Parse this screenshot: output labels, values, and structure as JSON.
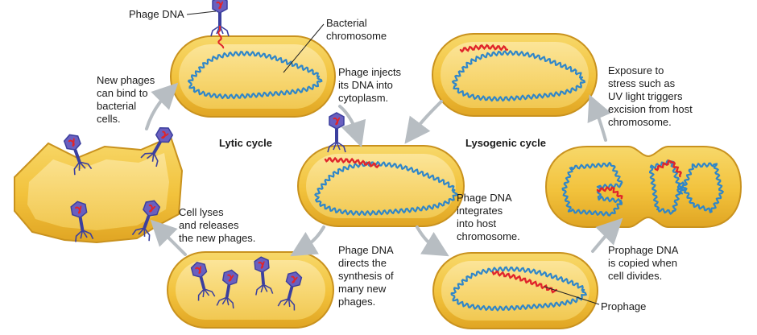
{
  "colors": {
    "cell_body": "#f5cd4e",
    "cell_outline": "#c9921e",
    "cytoplasm_highlight": "#fbe7a0",
    "bacterial_dna": "#2f86c9",
    "phage_dna": "#e0252b",
    "phage_body": "#3b3f9e",
    "arrow": "#b7bdc2"
  },
  "labels": {
    "phage_dna": "Phage DNA",
    "bacterial_chromosome": [
      "Bacterial",
      "chromosome"
    ],
    "phage_injects": [
      "Phage injects",
      "its DNA into",
      "cytoplasm."
    ],
    "new_phages_bind": [
      "New phages",
      "can bind to",
      "bacterial",
      "cells."
    ],
    "lytic_cycle": "Lytic cycle",
    "lysogenic_cycle": "Lysogenic cycle",
    "exposure_stress": [
      "Exposure to",
      "stress such as",
      "UV light triggers",
      "excision from host",
      "chromosome."
    ],
    "cell_lyses": [
      "Cell lyses",
      "and releases",
      "the new phages."
    ],
    "phage_dna_integrates": [
      "Phage DNA",
      "integrates",
      "into host",
      "chromosome."
    ],
    "phage_dna_directs": [
      "Phage DNA",
      "directs the",
      "synthesis of",
      "many new",
      "phages."
    ],
    "prophage_copied": [
      "Prophage DNA",
      "is copied when",
      "cell divides."
    ],
    "prophage": "Prophage"
  }
}
